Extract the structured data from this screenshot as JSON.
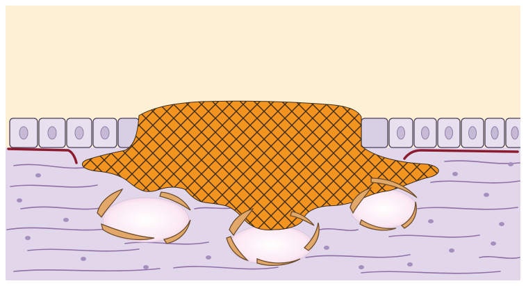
{
  "diagram": {
    "colors": {
      "background": "#fdf0d5",
      "epithelium_cell": "#e8e0ee",
      "epithelium_edge_cell": "#d9cfe4",
      "lamina_propria": "#e2d6ea",
      "basement_membrane": "#8b1a2f",
      "lesion_fill": "#f2941f",
      "lesion_hatch": "#3b2a1a",
      "gland_lumen": "#ffffff",
      "myoepithelial_cell": "#e2a86a"
    },
    "structures": [
      "surface-epithelium",
      "basement-membrane",
      "lamina-propria",
      "eroding-lesion",
      "glands",
      "myoepithelial-cells"
    ]
  }
}
